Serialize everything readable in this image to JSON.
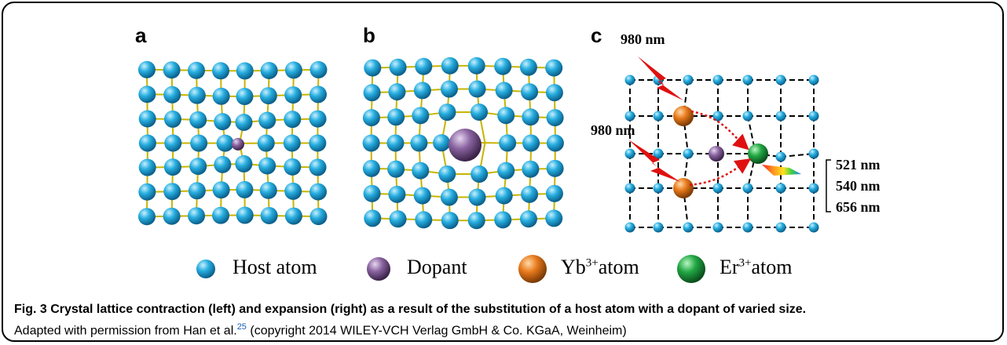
{
  "panels": {
    "a_label": "a",
    "b_label": "b",
    "c_label": "c"
  },
  "panel_c": {
    "excitation_top": "980 nm",
    "excitation_mid": "980 nm",
    "emission_1": "521 nm",
    "emission_2": "540 nm",
    "emission_3": "656 nm"
  },
  "legend": {
    "host": "Host atom",
    "dopant": "Dopant",
    "yb_prefix": "Yb",
    "yb_sup": "3+",
    "yb_suffix": "atom",
    "er_prefix": "Er",
    "er_sup": "3+",
    "er_suffix": "atom"
  },
  "caption": {
    "bold": "Fig. 3 Crystal lattice contraction (left) and expansion (right) as a result of the substitution of a host atom with a dopant of varied size.",
    "rest_before": "Adapted with permission from Han et al.",
    "ref": "25",
    "rest_after": " (copyright 2014 WILEY-VCH Verlag GmbH & Co. KGaA, Weinheim)"
  },
  "colors": {
    "host": "#1ea6d8",
    "dopant": "#7a5a8c",
    "yb": "#e0701a",
    "er": "#1a9a3a",
    "bond": "#c8b400",
    "arrow_red": "#e01010"
  }
}
